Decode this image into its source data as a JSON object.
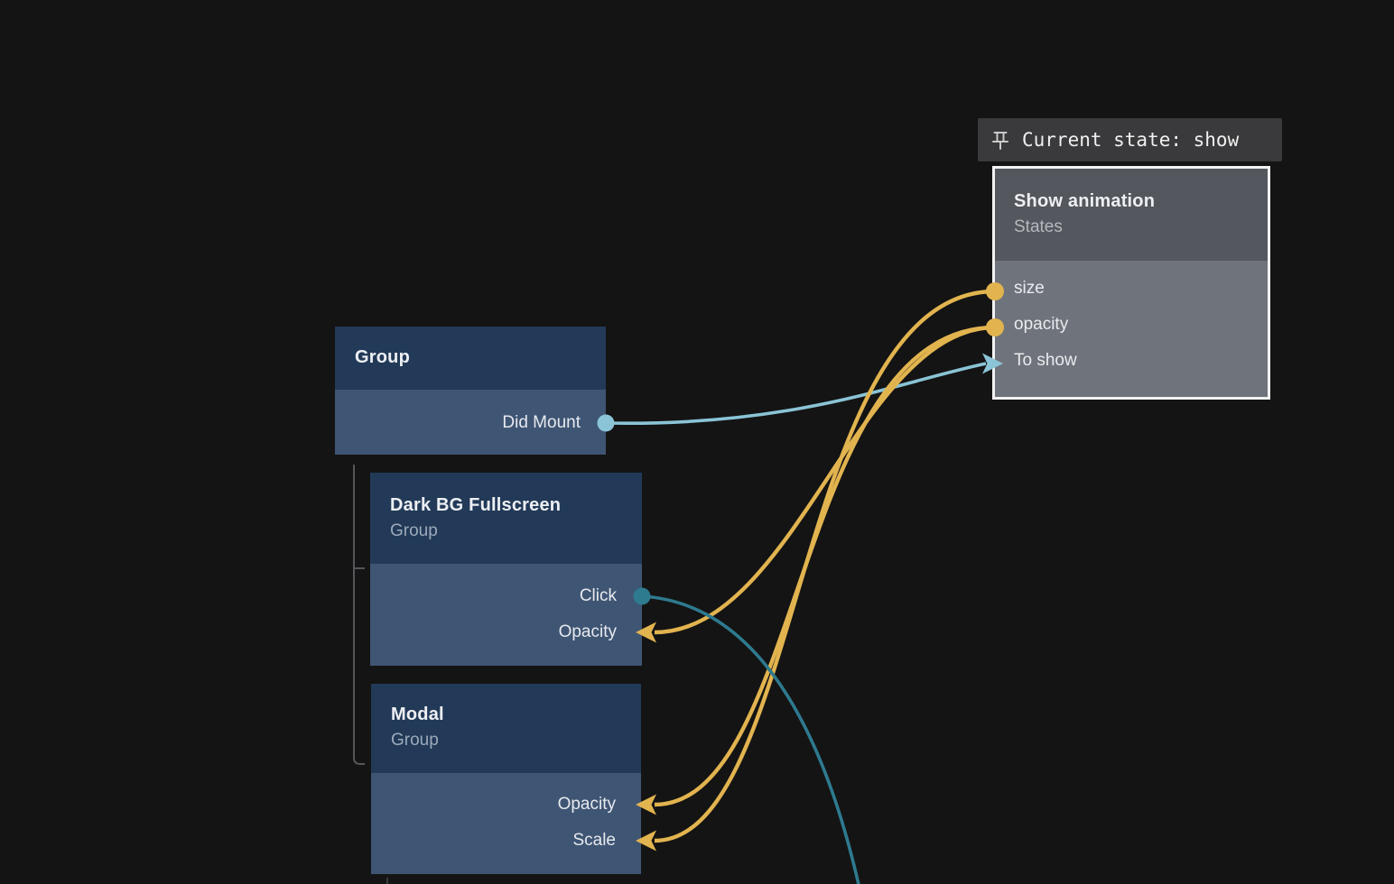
{
  "banner": {
    "icon": "pin-icon",
    "text": "Current state: show"
  },
  "nodes": {
    "states": {
      "title": "Show animation",
      "subtitle": "States",
      "ports": [
        {
          "label": "size",
          "marker": "dot",
          "color_key": "accent_yellow"
        },
        {
          "label": "opacity",
          "marker": "dot",
          "color_key": "accent_yellow"
        },
        {
          "label": "To show",
          "marker": "arrow-in",
          "color_key": "accent_cyan_light"
        }
      ]
    },
    "group": {
      "title": "Group",
      "ports": [
        {
          "label": "Did Mount",
          "marker": "dot",
          "color_key": "accent_cyan_light"
        }
      ]
    },
    "dark_bg": {
      "title": "Dark BG Fullscreen",
      "subtitle": "Group",
      "ports": [
        {
          "label": "Click",
          "marker": "dot",
          "color_key": "accent_teal"
        },
        {
          "label": "Opacity",
          "marker": "arrow-in",
          "color_key": "accent_yellow"
        }
      ]
    },
    "modal": {
      "title": "Modal",
      "subtitle": "Group",
      "ports": [
        {
          "label": "Opacity",
          "marker": "arrow-in",
          "color_key": "accent_yellow"
        },
        {
          "label": "Scale",
          "marker": "arrow-in",
          "color_key": "accent_yellow"
        }
      ]
    }
  },
  "connections": [
    {
      "from": "Group.Did Mount",
      "to": "Show animation.To show",
      "color_key": "accent_cyan_light"
    },
    {
      "from": "Show animation.opacity",
      "to": "Dark BG Fullscreen.Opacity",
      "color_key": "accent_yellow"
    },
    {
      "from": "Show animation.opacity",
      "to": "Modal.Opacity",
      "color_key": "accent_yellow"
    },
    {
      "from": "Show animation.size",
      "to": "Modal.Scale",
      "color_key": "accent_yellow"
    },
    {
      "from": "Dark BG Fullscreen.Click",
      "to": "offscreen-bottom",
      "color_key": "accent_teal"
    }
  ],
  "colors": {
    "background": "#141414",
    "banner_bg": "#3a3a3c",
    "banner_text": "#f0f0f0",
    "pin_icon": "#c9c9c9",
    "node_header_blue": "#223a58",
    "node_body_blue": "#3f5574",
    "node_header_gray": "#54575d",
    "node_body_gray": "#6f737b",
    "node_border_white": "#f2f2f2",
    "title_text": "#edeff3",
    "subtitle_text": "#9caaba",
    "port_text": "#e7eaee",
    "accent_yellow": "#e2b44f",
    "accent_cyan_light": "#8ac4d6",
    "accent_teal": "#2e7a8f",
    "tree_line": "#55565a"
  }
}
